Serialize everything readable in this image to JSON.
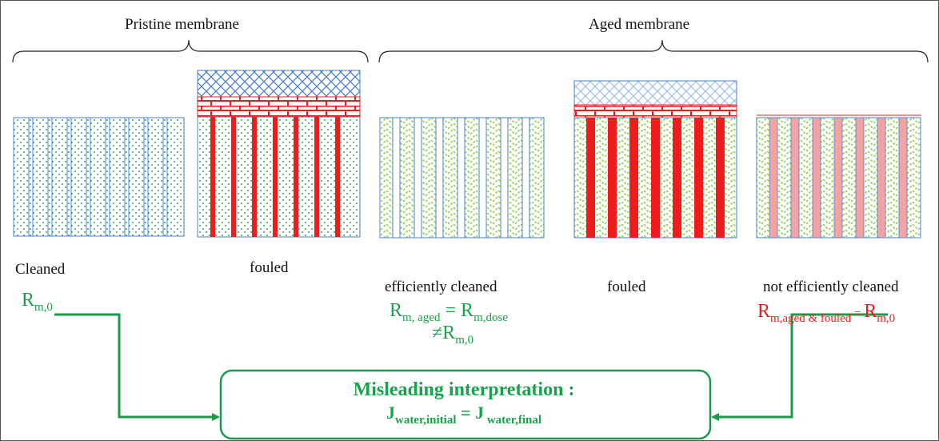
{
  "headers": {
    "pristine": "Pristine membrane",
    "aged": "Aged membrane"
  },
  "labels": {
    "cleaned": "Cleaned",
    "fouled_1": "fouled",
    "efficiently_cleaned": "efficiently cleaned",
    "fouled_2": "fouled",
    "not_efficiently_cleaned": "not efficiently cleaned"
  },
  "equations": {
    "rm0_main": "R",
    "rm0_sub": "m,0",
    "aged_r1": "R",
    "aged_r1_sub": "m, aged",
    "aged_eq": " = ",
    "aged_r2": "R",
    "aged_r2_sub": "m,dose",
    "aged_neq": "≠R",
    "aged_neq_sub": "m,0",
    "af_r1": "R",
    "af_r1_sub": "m,aged & fouled",
    "af_eq": " = ",
    "af_r2": "R",
    "af_r2_sub": "m,0"
  },
  "conclusion": {
    "title": "Misleading interpretation :",
    "j1": "J",
    "j1_sub": "water,initial",
    "eq": " = ",
    "j2": "J",
    "j2_sub": " water,final"
  },
  "colors": {
    "green": "#16a34a",
    "red": "#ee1c1c",
    "blue": "#4a7fd0",
    "arrow_green": "#1a9a4a"
  }
}
